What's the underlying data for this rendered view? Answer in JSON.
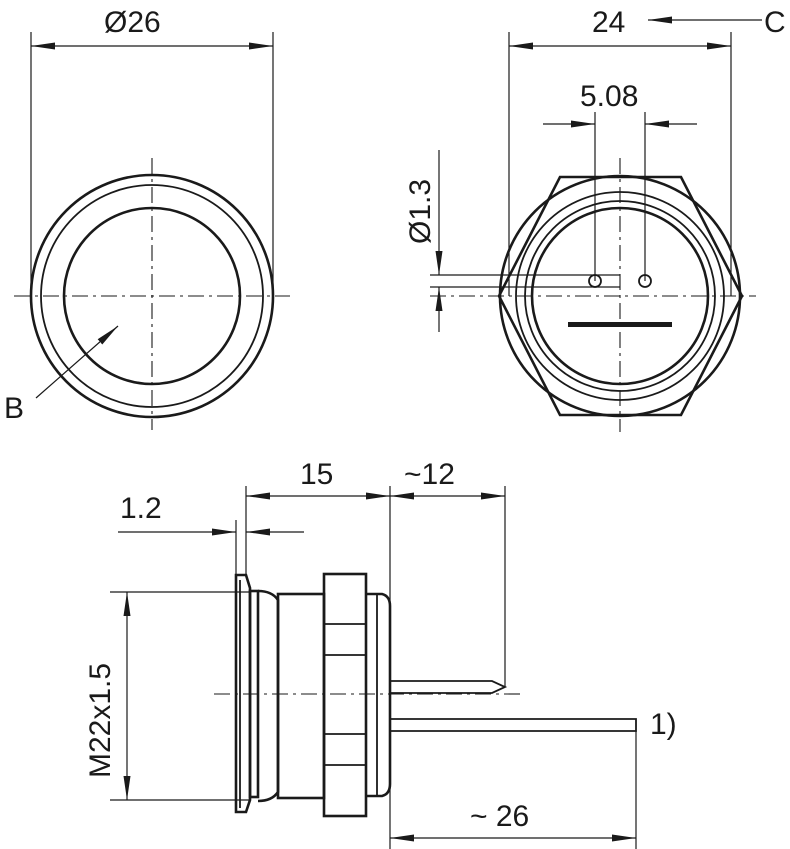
{
  "labels": {
    "dia_26": "Ø26",
    "width_24": "24",
    "ref_c": "C",
    "pitch_508": "5.08",
    "pin_dia_13": "Ø1.3",
    "ref_b": "B",
    "len_15": "15",
    "len_12": "~12",
    "len_12_label": "1.2",
    "thread_m22": "M22x1.5",
    "note_1": "1)",
    "len_26": "~ 26"
  }
}
